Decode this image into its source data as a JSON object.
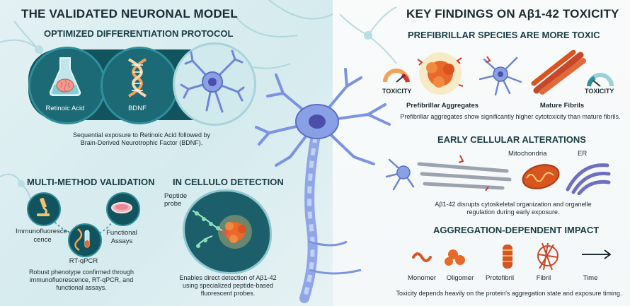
{
  "left": {
    "title": "THE VALIDATED NEURONAL MODEL",
    "protocol": {
      "heading": "OPTIMIZED DIFFERENTIATION PROTOCOL",
      "step1_label": "Retinoic Acid",
      "step2_label": "BDNF",
      "caption_line1": "Sequential exposure to Retinoic Acid followed by",
      "caption_line2": "Brain-Derived Neurotrophic Factor (BDNF)."
    },
    "validation": {
      "heading": "MULTI-METHOD VALIDATION",
      "method1_line1": "Immunofluoresce-",
      "method1_line2": "cence",
      "method2": "RT-qPCR",
      "method3_line1": "Functional",
      "method3_line2": "Assays",
      "caption_line1": "Robust phenotype confirmed through",
      "caption_line2": "immunofluorescence, RT-qPCR, and",
      "caption_line3": "functional assays."
    },
    "detection": {
      "heading": "IN CELLULO DETECTION",
      "probe_line1": "Peptide",
      "probe_line2": "probe",
      "caption_line1": "Enables direct detection of Aβ1-42",
      "caption_line2": "using specialized peptide-based",
      "caption_line3": "fluorescent probes."
    }
  },
  "right": {
    "title": "KEY FINDINGS ON Aβ1-42 TOXICITY",
    "prefibrillar": {
      "heading": "PREFIBRILLAR SPECIES ARE MORE TOXIC",
      "toxicity_left": "TOXICITY",
      "toxicity_right": "TOXICITY",
      "label_left": "Prefibrillar Aggregates",
      "label_right": "Mature Fibrils",
      "caption": "Prefibrillar aggregates show significantly higher cytotoxicity than mature fibrils."
    },
    "early": {
      "heading": "EARLY CELLULAR ALTERATIONS",
      "mito_label": "Mitochondria",
      "er_label": "ER",
      "caption_line1": "Aβ1-42 disrupts cytoskeletal organization and organelle",
      "caption_line2": "regulation during early exposure."
    },
    "aggregation": {
      "heading": "AGGREGATION-DEPENDENT IMPACT",
      "stages": [
        "Monomer",
        "Oligomer",
        "Protofibril",
        "Fibril",
        "Time"
      ],
      "caption": "Toxicity depends heavily on the protein's aggregation state and exposure timing."
    }
  },
  "colors": {
    "teal_dark": "#12545e",
    "teal_mid": "#2f8f9a",
    "neuron_blue": "#6f86d6",
    "nucleus": "#4b4fa8",
    "aggregate_orange": "#e8692a",
    "fibril_red": "#c8472b"
  },
  "icons": [
    "flask-icon",
    "brain-icon",
    "dna-icon",
    "neuron-icon",
    "microscope-icon",
    "petri-dish-icon",
    "test-tube-icon",
    "gauge-icon",
    "mitochondria-icon",
    "er-icon",
    "protein-aggregate-icon"
  ]
}
